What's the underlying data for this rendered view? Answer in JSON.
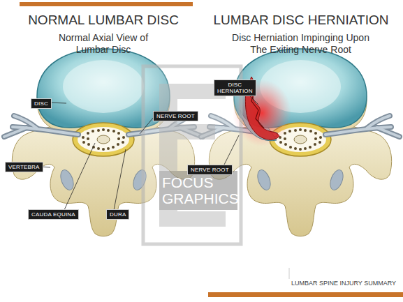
{
  "diagram": {
    "caption": "LUMBAR SPINE INJURY SUMMARY",
    "nodes": [
      {
        "text": [
          "DISC"
        ]
      },
      {
        "text": [
          "NERVE ROOT"
        ]
      },
      {
        "text": [
          "VERTEBRA"
        ]
      },
      {
        "text": [
          "CAUDA EQUINA"
        ]
      },
      {
        "text": [
          "DURA"
        ]
      },
      {
        "text": [
          "DISC HERNIATION"
        ]
      },
      {
        "text": [
          "NERVE ROOT"
        ]
      }
    ],
    "labels": [
      "NORMAL LUMBAR DISC",
      "Normal Axial View of Lumbar Disc",
      "LUMBAR DISC HERNIATION",
      "Disc Herniation Impinging Upon The Exiting Nerve Root",
      "FOCUS GRAPHICS"
    ]
  }
}
